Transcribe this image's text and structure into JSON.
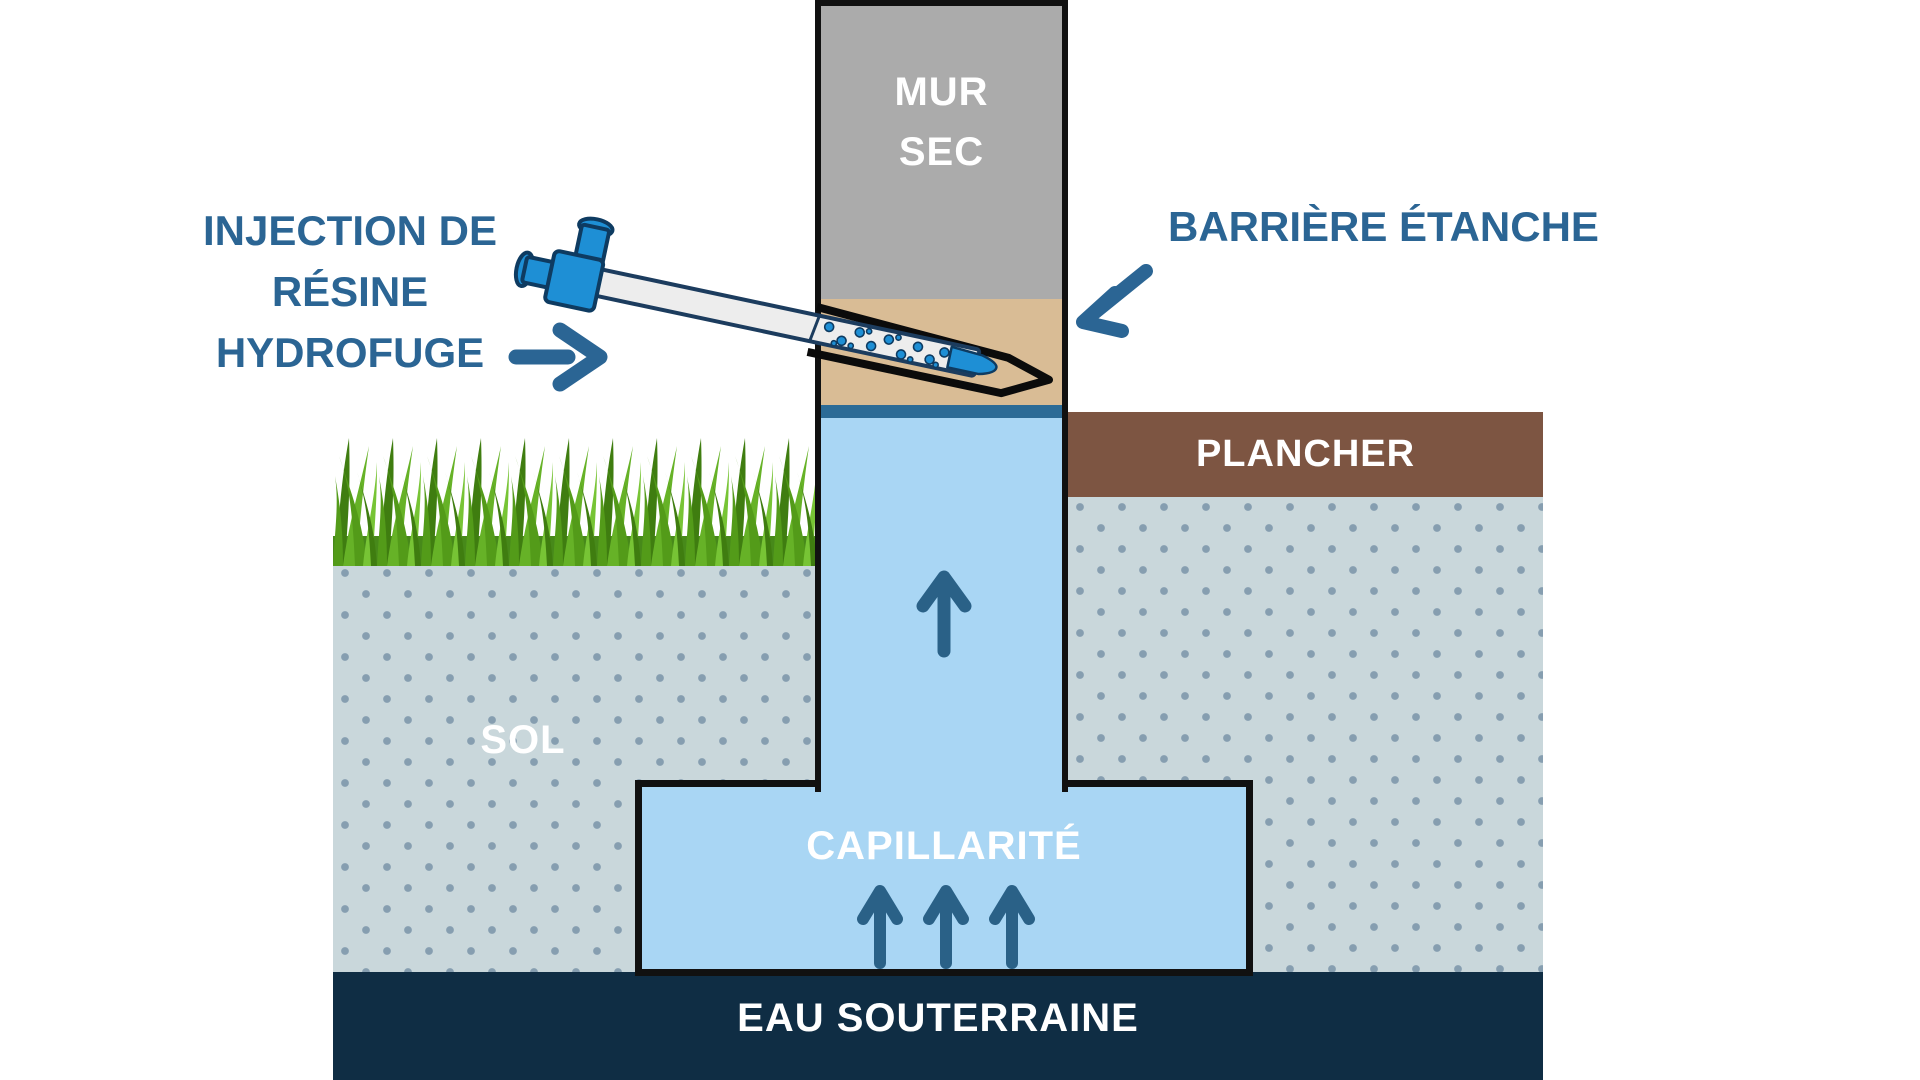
{
  "diagram": {
    "wall": {
      "line1": "MUR",
      "line2": "SEC"
    },
    "injection_label": {
      "line1": "INJECTION DE",
      "line2": "RÉSINE",
      "line3": "HYDROFUGE"
    },
    "barrier_label": {
      "text": "BARRIÈRE ÉTANCHE"
    },
    "floor": {
      "label": "PLANCHER"
    },
    "soil": {
      "label": "SOL"
    },
    "capillarity": {
      "label": "CAPILLARITÉ"
    },
    "groundwater": {
      "label": "EAU SOUTERRAINE"
    }
  },
  "colors": {
    "label_blue": "#2B6594",
    "arrow_blue": "#2B6594",
    "water_arrow_blue": "#2A6187",
    "wall_gray": "#ABABAB",
    "barrier_tan": "#D9BC95",
    "barrier_line_blue": "#2C6B96",
    "floor_brown": "#7D5542",
    "soil_fill": "#C9D7DB",
    "soil_dot": "#869EB0",
    "water_light_blue": "#A9D6F4",
    "groundwater_navy": "#0F2D44",
    "injector_blue": "#1E8FD5",
    "injector_outline": "#0E3B61",
    "tube_gray": "#EDEDED",
    "grass_green": "#539B19"
  }
}
